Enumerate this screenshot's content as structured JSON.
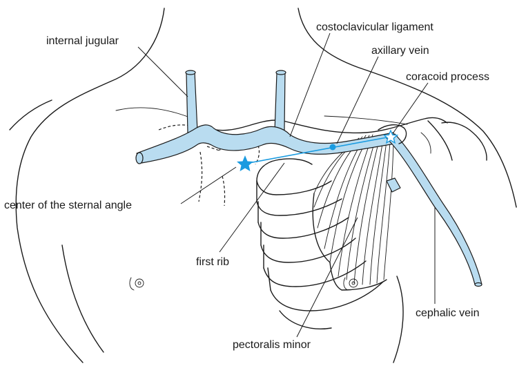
{
  "labels": {
    "internal_jugular": "internal jugular",
    "costoclavicular_ligament": "costoclavicular ligament",
    "axillary_vein": "axillary vein",
    "coracoid_process": "coracoid process",
    "center_sternal_angle": "center of the sternal angle",
    "first_rib": "first rib",
    "cephalic_vein": "cephalic vein",
    "pectoralis_minor": "pectoralis minor"
  },
  "colors": {
    "vein_fill": "#b9dcf0",
    "marker": "#1a9be0",
    "line": "#1a1a1a"
  },
  "icons": {
    "sternal_angle_marker": "filled-star",
    "coracoid_marker": "outline-star"
  }
}
